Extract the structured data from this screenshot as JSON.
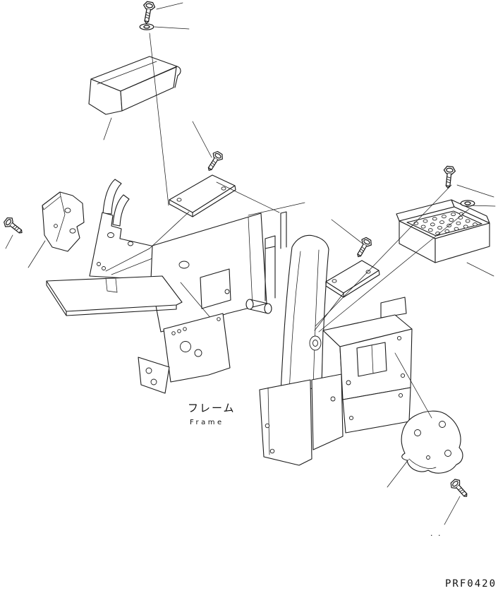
{
  "diagram": {
    "labels": {
      "frame_jp": "フレーム",
      "frame_en": "Frame",
      "drawing_number": "PRF0420",
      "ellipsis": ". ."
    }
  }
}
